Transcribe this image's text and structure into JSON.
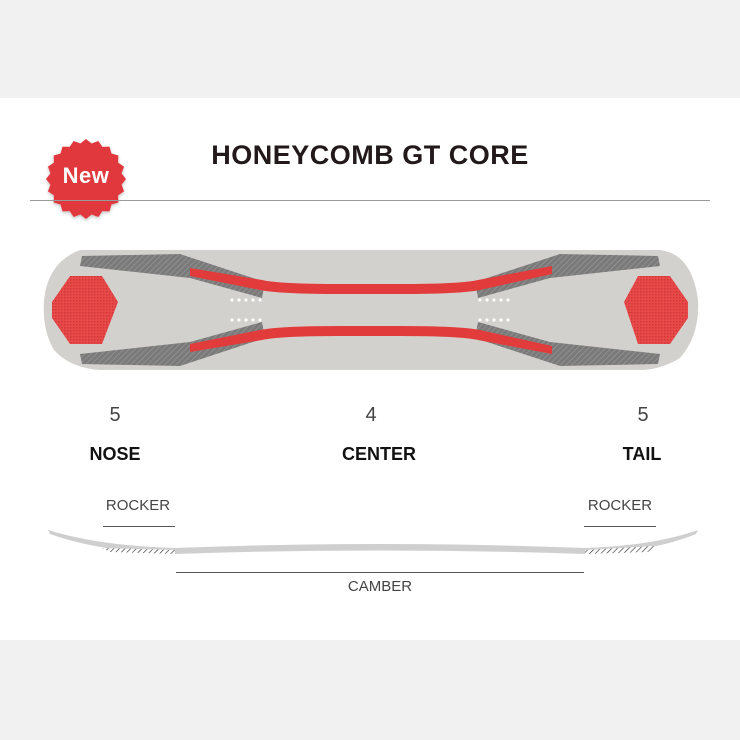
{
  "badge": {
    "label": "New",
    "color": "#e0393e"
  },
  "title": "HONEYCOMB GT CORE",
  "flex": {
    "nose": {
      "rating": "5",
      "label": "NOSE"
    },
    "center": {
      "rating": "4",
      "label": "CENTER"
    },
    "tail": {
      "rating": "5",
      "label": "TAIL"
    }
  },
  "profile": {
    "rocker_left": "ROCKER",
    "rocker_right": "ROCKER",
    "camber": "CAMBER"
  },
  "colors": {
    "accent_red": "#e23b3b",
    "board_base": "#d3d1cd",
    "dark_stripe": "#6e6e6e"
  }
}
